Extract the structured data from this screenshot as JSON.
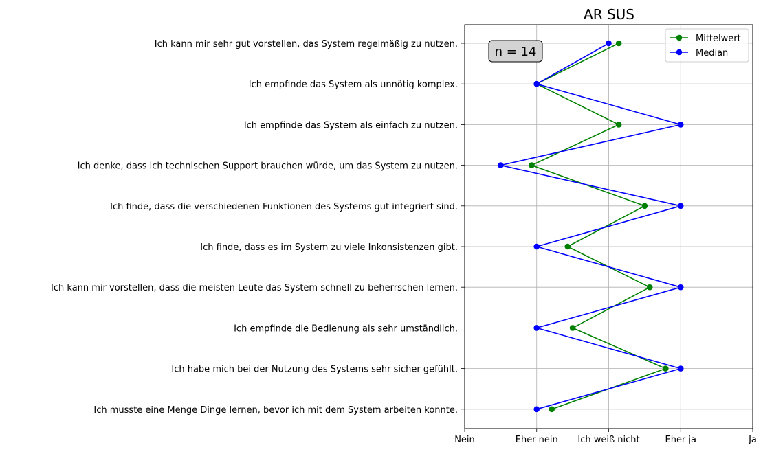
{
  "chart_data": {
    "type": "line",
    "title": "AR SUS",
    "xlabel": "",
    "ylabel": "",
    "xlim": [
      0,
      4
    ],
    "x_ticks": [
      {
        "value": 0,
        "label": "Nein"
      },
      {
        "value": 1,
        "label": "Eher nein"
      },
      {
        "value": 2,
        "label": "Ich weiß nicht"
      },
      {
        "value": 3,
        "label": "Eher ja"
      },
      {
        "value": 4,
        "label": "Ja"
      }
    ],
    "categories": [
      "Ich kann mir sehr gut vorstellen, das System regelmäßig zu nutzen.",
      "Ich empfinde das System als unnötig komplex.",
      "Ich empfinde das System als einfach zu nutzen.",
      "Ich denke, dass ich technischen Support brauchen würde, um das System zu nutzen.",
      "Ich finde, dass die verschiedenen Funktionen des Systems gut integriert sind.",
      "Ich finde, dass es im System zu viele Inkonsistenzen gibt.",
      "Ich kann mir vorstellen, dass die meisten Leute das System schnell zu beherrschen lernen.",
      "Ich empfinde die Bedienung als sehr umständlich.",
      "Ich habe mich bei der Nutzung des Systems sehr sicher gefühlt.",
      "Ich musste eine Menge Dinge lernen, bevor ich mit dem System arbeiten konnte."
    ],
    "series": [
      {
        "name": "Mittelwert",
        "color": "#008000",
        "values": [
          2.14,
          1.0,
          2.14,
          0.93,
          2.5,
          1.43,
          2.57,
          1.5,
          2.79,
          1.21
        ]
      },
      {
        "name": "Median",
        "color": "#0000ff",
        "values": [
          2.0,
          1.0,
          3.0,
          0.5,
          3.0,
          1.0,
          3.0,
          1.0,
          3.0,
          1.0
        ]
      }
    ],
    "grid": true,
    "legend_position": "top-right",
    "annotation": "n = 14"
  }
}
